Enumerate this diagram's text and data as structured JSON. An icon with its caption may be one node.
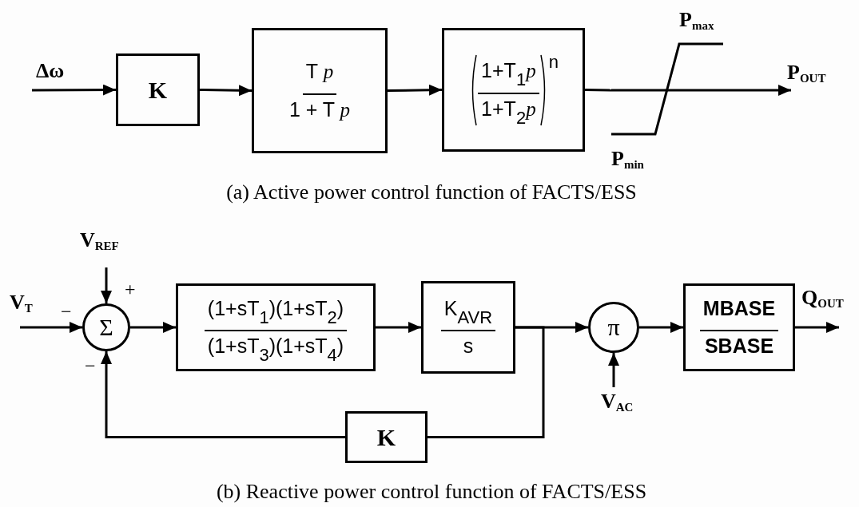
{
  "diagram": {
    "nodes": [
      {
        "text": [
          "Δω"
        ]
      },
      {
        "text": [
          "K"
        ]
      },
      {
        "text": [
          "T *p*",
          "1 + T *p*"
        ]
      },
      {
        "text": [
          "1+T$_{1}$*p*",
          "1+T$_{2}$*p*",
          "n"
        ]
      },
      {
        "text": [],
        "shape": "picture",
        "beside": [
          "P$_{max}$",
          "P$_{min}$"
        ]
      },
      {
        "text": [
          "P$_{OUT}$"
        ]
      },
      {
        "text": [
          "V$_{T}$"
        ]
      },
      {
        "text": [
          "V$_{REF}$"
        ]
      },
      {
        "text": [
          "Σ"
        ],
        "beside": [
          "+",
          "−",
          "−"
        ]
      },
      {
        "text": [
          "(1+sT$_{1}$)(1+sT$_{2}$)",
          "(1+sT$_{3}$)(1+sT$_{4}$)"
        ]
      },
      {
        "text": [
          "K$_{AVR}$",
          "s"
        ]
      },
      {
        "text": [
          "π"
        ]
      },
      {
        "text": [
          "V$_{AC}$"
        ]
      },
      {
        "text": [
          "MBASE",
          "SBASE"
        ]
      },
      {
        "text": [
          "Q$_{OUT}$"
        ]
      },
      {
        "text": [
          "K"
        ]
      }
    ],
    "edges": [
      {
        "from": 0,
        "to": 1,
        "arrow": "to"
      },
      {
        "from": 1,
        "to": 2,
        "arrow": "to"
      },
      {
        "from": 2,
        "to": 3,
        "arrow": "to"
      },
      {
        "from": 3,
        "to": 4,
        "arrow": "none"
      },
      {
        "from": 4,
        "to": 5,
        "arrow": "to"
      },
      {
        "from": 6,
        "to": 8,
        "arrow": "to"
      },
      {
        "from": 7,
        "to": 8,
        "arrow": "to"
      },
      {
        "from": 8,
        "to": 9,
        "arrow": "to"
      },
      {
        "from": 9,
        "to": 10,
        "arrow": "to"
      },
      {
        "from": 10,
        "to": 11,
        "arrow": "to"
      },
      {
        "from": 12,
        "to": 11,
        "arrow": "to"
      },
      {
        "from": 11,
        "to": 13,
        "arrow": "to"
      },
      {
        "from": 13,
        "to": 14,
        "arrow": "to"
      },
      {
        "from": 10,
        "to": 15,
        "arrow": "none"
      },
      {
        "from": 15,
        "to": 8,
        "arrow": "to"
      }
    ],
    "labels": [
      "(a) Active power control function of FACTS/ESS",
      "(b) Reactive power control function of FACTS/ESS"
    ]
  }
}
